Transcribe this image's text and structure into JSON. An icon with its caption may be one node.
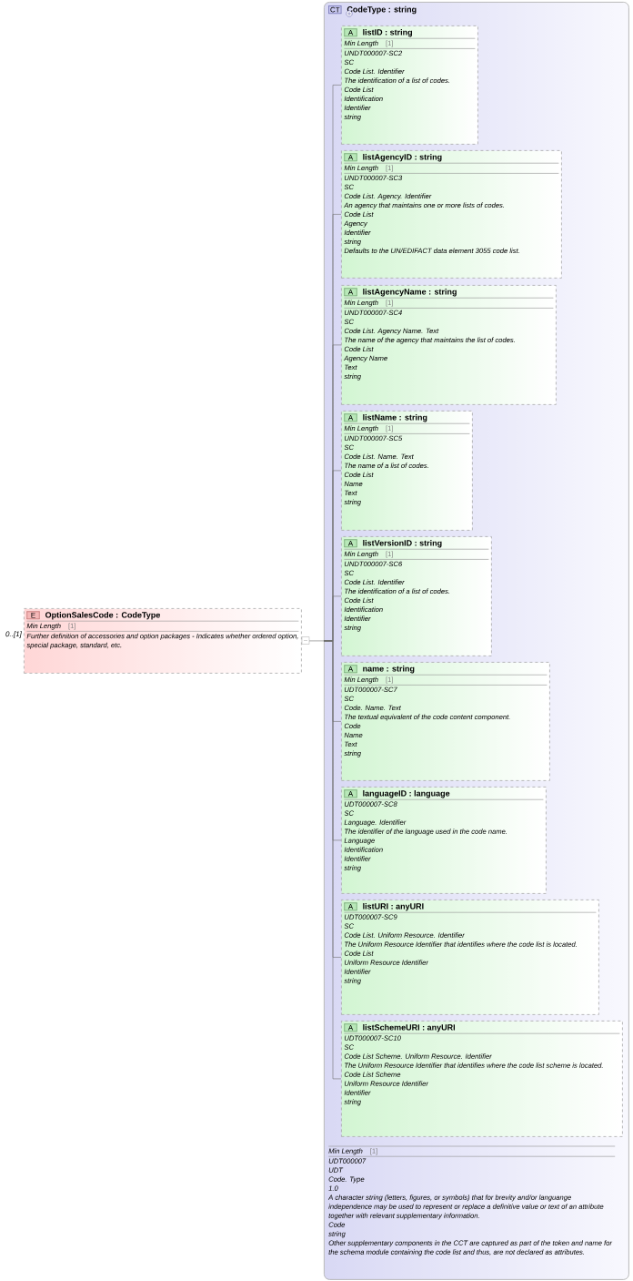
{
  "diagram": {
    "nodes": [
      {
        "text": [
          "E",
          "OptionSalesCode : CodeType",
          "Min Length",
          "[1]",
          "Further definition of accessories and option packages - Indicates whether ordered option, special package, standard, etc."
        ],
        "beside": [
          "0..[1]"
        ]
      },
      {
        "text": [
          "CT",
          "CodeType : string",
          "Min Length",
          "[1]",
          "UDT000007",
          "UDT",
          "Code. Type",
          "1.0",
          "A character string (letters, figures, or symbols) that for brevity and/or languange independence may be used to represent or replace a definitive value or text of an attribute together with relevant supplementary information.",
          "Code",
          "string",
          "Other supplementary components in the CCT are captured as part of the token and name for the schema module containing the code list and thus, are not declared as attributes."
        ]
      },
      {
        "text": [
          "A",
          "listID : string",
          "Min Length",
          "[1]",
          "UNDT000007-SC2",
          "SC",
          "Code List. Identifier",
          "The identification of a list of codes.",
          "Code List",
          "Identification",
          "Identifier",
          "string"
        ],
        "in": 1
      },
      {
        "text": [
          "A",
          "listAgencyID : string",
          "Min Length",
          "[1]",
          "UNDT000007-SC3",
          "SC",
          "Code List. Agency. Identifier",
          "An agency that maintains one or more lists of codes.",
          "Code List",
          "Agency",
          "Identifier",
          "string",
          "Defaults to the UN/EDIFACT data element 3055 code list."
        ],
        "in": 1
      },
      {
        "text": [
          "A",
          "listAgencyName : string",
          "Min Length",
          "[1]",
          "UNDT000007-SC4",
          "SC",
          "Code List. Agency Name. Text",
          "The name of the agency that maintains the list of codes.",
          "Code List",
          "Agency Name",
          "Text",
          "string"
        ],
        "in": 1
      },
      {
        "text": [
          "A",
          "listName : string",
          "Min Length",
          "[1]",
          "UNDT000007-SC5",
          "SC",
          "Code List. Name. Text",
          "The name of a list of codes.",
          "Code List",
          "Name",
          "Text",
          "string"
        ],
        "in": 1
      },
      {
        "text": [
          "A",
          "listVersionID : string",
          "Min Length",
          "[1]",
          "UNDT000007-SC6",
          "SC",
          "Code List. Identifier",
          "The identification of a list of codes.",
          "Code List",
          "Identification",
          "Identifier",
          "string"
        ],
        "in": 1
      },
      {
        "text": [
          "A",
          "name : string",
          "Min Length",
          "[1]",
          "UDT000007-SC7",
          "SC",
          "Code. Name. Text",
          "The textual equivalent of the code content component.",
          "Code",
          "Name",
          "Text",
          "string"
        ],
        "in": 1
      },
      {
        "text": [
          "A",
          "languageID : language",
          "UDT000007-SC8",
          "SC",
          "Language. Identifier",
          "The identifier of the language used in the code name.",
          "Language",
          "Identification",
          "Identifier",
          "string"
        ],
        "in": 1
      },
      {
        "text": [
          "A",
          "listURI : anyURI",
          "UDT000007-SC9",
          "SC",
          "Code List. Uniform Resource. Identifier",
          "The Uniform Resource Identifier that identifies where the code list is located.",
          "Code List",
          "Uniform Resource Identifier",
          "Identifier",
          "string"
        ],
        "in": 1
      },
      {
        "text": [
          "A",
          "listSchemeURI : anyURI",
          "UDT000007-SC10",
          "SC",
          "Code List Scheme. Uniform Resource. Identifier",
          "The Uniform Resource Identifier that identifies where the code list scheme is located.",
          "Code List Scheme",
          "Uniform Resource Identifier",
          "Identifier",
          "string"
        ],
        "in": 1
      }
    ],
    "edges": [
      {
        "from": 0,
        "to": 1,
        "arrow": "none"
      },
      {
        "from": 1,
        "to": 2,
        "arrow": "none"
      },
      {
        "from": 1,
        "to": 3,
        "arrow": "none"
      },
      {
        "from": 1,
        "to": 4,
        "arrow": "none"
      },
      {
        "from": 1,
        "to": 5,
        "arrow": "none"
      },
      {
        "from": 1,
        "to": 6,
        "arrow": "none"
      },
      {
        "from": 1,
        "to": 7,
        "arrow": "none"
      },
      {
        "from": 1,
        "to": 8,
        "arrow": "none"
      },
      {
        "from": 1,
        "to": 9,
        "arrow": "none"
      },
      {
        "from": 1,
        "to": 10,
        "arrow": "none"
      }
    ]
  }
}
